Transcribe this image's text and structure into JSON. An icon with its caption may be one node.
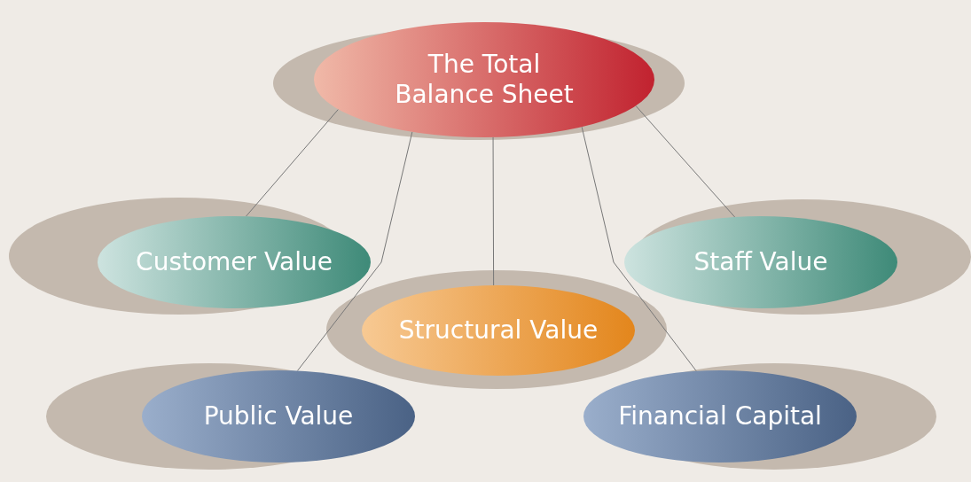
{
  "diagram": {
    "nodes": [
      {
        "text": [
          "The Total Balance Sheet"
        ]
      },
      {
        "text": [
          "Customer Value"
        ]
      },
      {
        "text": [
          "Staff Value"
        ]
      },
      {
        "text": [
          "Structural Value"
        ]
      },
      {
        "text": [
          "Public Value"
        ]
      },
      {
        "text": [
          "Financial Capital"
        ]
      }
    ],
    "edges": [
      {
        "from": 0,
        "to": 1,
        "arrow": "none"
      },
      {
        "from": 0,
        "to": 4,
        "arrow": "none"
      },
      {
        "from": 0,
        "to": 3,
        "arrow": "none"
      },
      {
        "from": 0,
        "to": 5,
        "arrow": "none"
      },
      {
        "from": 0,
        "to": 2,
        "arrow": "none"
      }
    ]
  }
}
